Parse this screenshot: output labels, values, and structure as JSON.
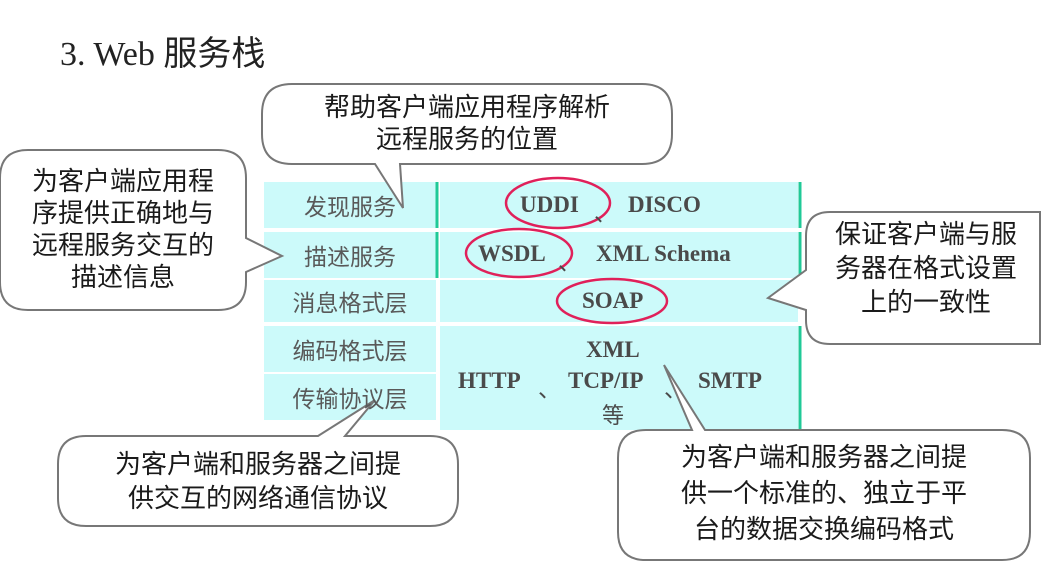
{
  "title": "3. Web 服务栈",
  "colors": {
    "cell_fill": "#ccfafa",
    "table_border": "#20c997",
    "circle": "#e0205a",
    "bubble_stroke": "#777777"
  },
  "layers": [
    {
      "label": "发现服务",
      "tech": [
        "UDDI",
        "、",
        "DISCO"
      ]
    },
    {
      "label": "描述服务",
      "tech": [
        "WSDL",
        "、",
        "XML Schema"
      ]
    },
    {
      "label": "消息格式层",
      "tech": [
        "SOAP"
      ]
    },
    {
      "label": "编码格式层",
      "tech": [
        "XML"
      ]
    },
    {
      "label": "传输协议层",
      "tech": [
        "HTTP",
        "、",
        "TCP/IP",
        "、",
        "SMTP",
        "等"
      ]
    }
  ],
  "callouts": {
    "discovery": [
      "帮助客户端应用程序解析",
      "远程服务的位置"
    ],
    "description": [
      "为客户端应用程",
      "序提供正确地与",
      "远程服务交互的",
      "描述信息"
    ],
    "message": [
      "保证客户端与服",
      "务器在格式设置",
      "上的一致性"
    ],
    "transport": [
      "为客户端和服务器之间提",
      "供交互的网络通信协议"
    ],
    "encoding": [
      "为客户端和服务器之间提",
      "供一个标准的、独立于平",
      "台的数据交换编码格式"
    ]
  }
}
